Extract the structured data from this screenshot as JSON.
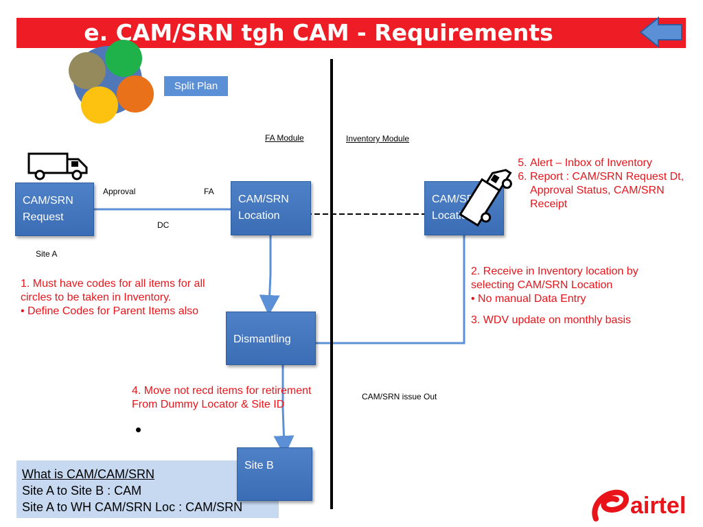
{
  "title": "e. CAM/SRN tgh CAM - Requirements",
  "split_plan": "Split Plan",
  "labels": {
    "fa_module": "FA Module",
    "inventory_module": "Inventory  Module",
    "approval": "Approval",
    "fa": "FA",
    "dc": "DC",
    "site_a": "Site A",
    "issue_out": "CAM/SRN issue Out"
  },
  "boxes": {
    "request_line1": "CAM/SRN",
    "request_line2": "Request",
    "location_line1": "CAM/SRN",
    "location_line2": "Location",
    "inv_line1": "CAM/SRN",
    "inv_line2": "Location",
    "dismantling": "Dismantling",
    "site_b": "Site B"
  },
  "notes": {
    "note1_line1": "1. Must have codes for all items for all",
    "note1_line2": "circles to be taken in Inventory.",
    "note1_line3": "• Define Codes for Parent Items also",
    "note2_line1": "2. Receive in Inventory location by",
    "note2_line2": "selecting CAM/SRN Location",
    "note2_line3": "• No manual Data Entry",
    "note3": "3. WDV  update on monthly basis",
    "note4_line1": "4. Move not recd items for retirement",
    "note4_line2": "From Dummy Locator & Site ID",
    "alerts": [
      "Alert – Inbox of Inventory",
      "Report  : CAM/SRN Request Dt, Approval Status, CAM/SRN Receipt"
    ]
  },
  "what_is": {
    "heading": "What is CAM/CAM/SRN",
    "line1": "Site A  to Site B       : CAM",
    "line2": "Site A  to WH CAM/SRN Loc : CAM/SRN"
  },
  "logo_text": "airtel",
  "colors": {
    "brand_red": "#ee1c25",
    "box_blue": "#4f81c7",
    "note_red": "#e8141a",
    "note_bg": "#c6d9f1"
  },
  "icons": [
    "circles-logo-icon",
    "truck-icon",
    "truck-tilted-icon",
    "back-arrow-icon",
    "airtel-logo-icon"
  ]
}
